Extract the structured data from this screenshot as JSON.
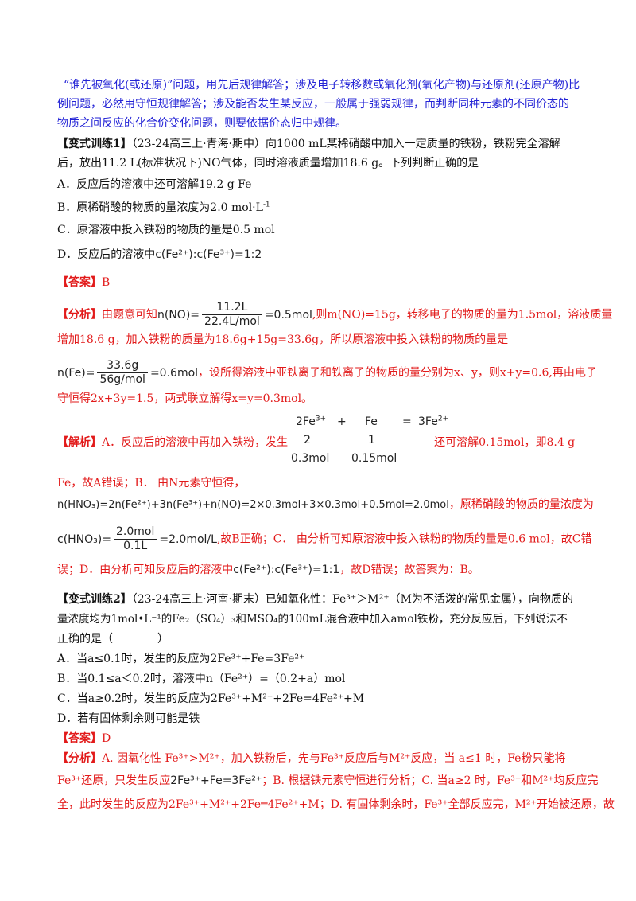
{
  "intro": {
    "l1": "“谁先被氧化(或还原)”问题，用先后规律解答；涉及电子转移数或氧化剂(氧化产物)与还原剂(还原产物)比",
    "l2": "例问题，必然用守恒规律解答；涉及能否发生某反应，一般属于强弱规律，而判断同种元素的不同价态的",
    "l3": "物质之间反应的化合价变化问题，则要依据价态归中规律。"
  },
  "ex1": {
    "tag": "【变式训练1】",
    "stem1": "（23-24高三上·青海·期中）向1000 mL某稀硝酸中加入一定质量的铁粉，铁粉完全溶解",
    "stem2": "后，放出11.2 L(标准状况下)NO气体，同时溶液质量增加18.6 g。下列判断正确的是",
    "optA": "A．反应后的溶液中还可溶解19.2 g Fe",
    "optB": "B．原稀硝酸的物质的量浓度为2.0  mol·L",
    "optB_sup": "-1",
    "optC": "C．原溶液中投入铁粉的物质的量是0.5 mol",
    "optD_pre": "D．反应后的溶液中",
    "optD_math": "c(Fe²⁺):c(Fe³⁺)=1:2",
    "answer_tag": "【答案】",
    "answer": "B",
    "analysis_tag": "【分析】",
    "an1_pre": "由题意可知",
    "an1_math_lhs": "n(NO)=",
    "an1_num": "11.2L",
    "an1_den": "22.4L/mol",
    "an1_rhs": "=0.5mol",
    "an1_post": ",则m(NO)=15g，转移电子的物质的量为1.5mol，溶液质量",
    "an2": "增加18.6 g，加入铁粉的质量为18.6g+15g=33.6g，所以原溶液中投入铁粉的物质的量是",
    "an3_lhs": "n(Fe)=",
    "an3_num": "33.6g",
    "an3_den": "56g/mol",
    "an3_rhs": "=0.6mol",
    "an3_post": "，设所得溶液中亚铁离子和铁离子的物质的量分别为x、y，则x+y=0.6,再由电子",
    "an4": "守恒得2x+3y=1.5，两式联立解得x=y=0.3mol。",
    "rxn_top": {
      "a": "2Fe",
      "a_sup": "3+",
      "plus": "+",
      "b": "Fe",
      "eq": "=",
      "c": "3Fe",
      "c_sup": "2+"
    },
    "rxn_mid": {
      "a": "2",
      "b": "1"
    },
    "rxn_bot": {
      "a": "0.3mol",
      "b": "0.15mol"
    },
    "explain_tag": "【解析】",
    "ex1_pre": "A．反应后的溶液中再加入铁粉，发生",
    "ex1_post": "还可溶解0.15mol，即8.4 g",
    "ex2": "Fe，故A错误；B．  由N元素守恒得，",
    "ex3_math": "n(HNO₃)=2n(Fe²⁺)+3n(Fe³⁺)+n(NO)=2×0.3mol+3×0.3mol+0.5mol=2.0mol",
    "ex3_post": "，原稀硝酸的物质的量浓度为",
    "ex4_lhs": "c(HNO₃)=",
    "ex4_num": "2.0mol",
    "ex4_den": "0.1L",
    "ex4_rhs": "=2.0mol/L",
    "ex4_post": ",故B正确；C．  由分析可知原溶液中投入铁粉的物质的量是0.6 mol，故C错",
    "ex5_pre": "误；D．由分析可知反应后的溶液中",
    "ex5_math": "c(Fe²⁺):c(Fe³⁺)=1:1",
    "ex5_post": "，故D错误；故答案为：B。"
  },
  "ex2": {
    "tag": "【变式训练2】",
    "stem1": "（23-24高三上·河南·期末）已知氧化性：Fe³⁺＞M²⁺（M为不活泼的常见金属），向物质的",
    "stem2": "量浓度均为1mol•L⁻¹的Fe₂（SO₄）₃和MSO₄的100mL混合液中加入amol铁粉，充分反应后，下列说法不",
    "stem3": "正确的是（　　　　）",
    "optA": "A．当a≤0.1时，发生的反应为2Fe³⁺+Fe=3Fe²⁺",
    "optB": "B．当0.1≤a＜0.2时，溶液中n（Fe²⁺）=（0.2+a）mol",
    "optC": "C．当a≥0.2时，发生的反应为2Fe³⁺+M²⁺+2Fe=4Fe²⁺+M",
    "optD": "D．若有固体剩余则可能是铁",
    "answer_tag": "【答案】",
    "answer": "D",
    "analysis_tag": "【分析】",
    "an1": "A. 因氧化性 Fe³⁺>M²⁺，加入铁粉后，先与Fe³⁺反应后与M²⁺反应，当 a≤1 时，Fe粉只能将",
    "an2_pre": "Fe³⁺还原，只发生反应",
    "an2_math": "2Fe³⁺+Fe=3Fe²⁺",
    "an2_post": "；B. 根据铁元素守恒进行分析；C. 当a≥2 时，Fe³⁺和M²⁺均反应完",
    "an3": "全，此时发生的反应为2Fe³⁺+M²⁺+2Fe═4Fe²⁺+M；D. 有固体剩余时，Fe³⁺全部反应完，M²⁺开始被还原，故"
  }
}
